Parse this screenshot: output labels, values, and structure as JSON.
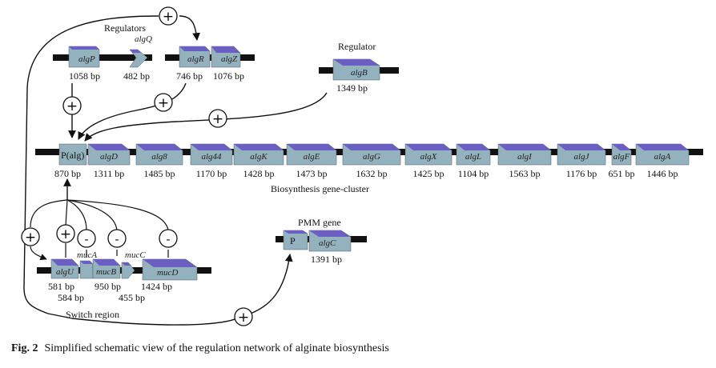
{
  "caption": {
    "label": "Fig. 2",
    "text": "Simplified schematic view of the regulation network of alginate biosynthesis"
  },
  "regulators_top": {
    "title": "Regulators",
    "algQ": "algQ",
    "genes": [
      {
        "name": "algP",
        "size": "1058 bp"
      },
      {
        "name": "",
        "size": "482 bp"
      },
      {
        "name": "algR",
        "size": "746 bp"
      },
      {
        "name": "algZ",
        "size": "1076 bp"
      }
    ]
  },
  "regulator_right": {
    "title": "Regulator",
    "gene": {
      "name": "algB",
      "size": "1349 bp"
    }
  },
  "cluster": {
    "title": "Biosynthesis gene-cluster",
    "promoter": {
      "name": "P(alg)",
      "size": "870 bp"
    },
    "genes": [
      {
        "name": "algD",
        "size": "1311 bp"
      },
      {
        "name": "alg8",
        "size": "1485 bp"
      },
      {
        "name": "alg44",
        "size": "1170 bp"
      },
      {
        "name": "algK",
        "size": "1428 bp"
      },
      {
        "name": "algE",
        "size": "1473 bp"
      },
      {
        "name": "algG",
        "size": "1632 bp"
      },
      {
        "name": "algX",
        "size": "1425 bp"
      },
      {
        "name": "algL",
        "size": "1104 bp"
      },
      {
        "name": "algI",
        "size": "1563 bp"
      },
      {
        "name": "algJ",
        "size": "1176 bp"
      },
      {
        "name": "algF",
        "size": "651 bp"
      },
      {
        "name": "algA",
        "size": "1446 bp"
      }
    ]
  },
  "pmm": {
    "title": "PMM gene",
    "promoter": "P",
    "gene": {
      "name": "algC",
      "size": "1391 bp"
    }
  },
  "switch": {
    "title": "Switch region",
    "mucA": "mucA",
    "mucC": "mucC",
    "genes": [
      {
        "name": "algU",
        "size": "581 bp"
      },
      {
        "name": "mucB",
        "size": "950 bp"
      },
      {
        "name": "mucD",
        "size": "1424 bp"
      }
    ],
    "extra_sizes": [
      "584 bp",
      "455 bp"
    ]
  },
  "signs": {
    "plus": "+",
    "minus": "-"
  },
  "colors": {
    "gene_fill": "#93b2bd",
    "gene_top": "#6b5fc2",
    "dna": "#111111"
  }
}
